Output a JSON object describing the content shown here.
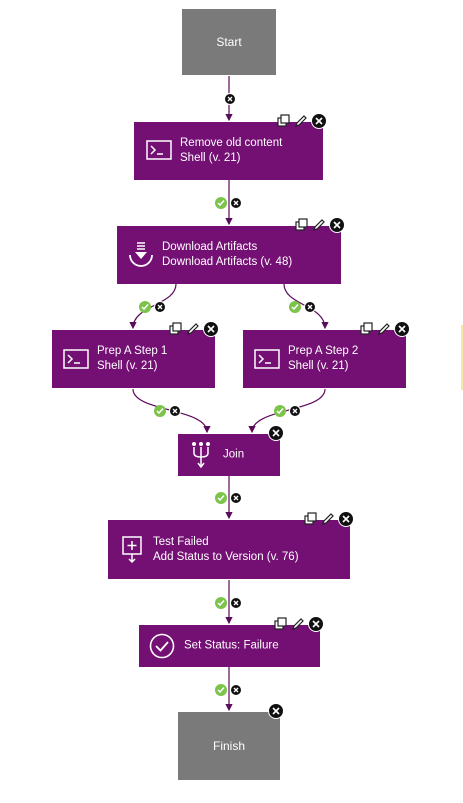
{
  "colors": {
    "step": "#740f74",
    "terminal": "#7a7a7a",
    "edge": "#5c0a5c",
    "success": "#7bc34a",
    "delete": "#111111"
  },
  "nodes": {
    "start": {
      "label": "Start"
    },
    "remove_old_content": {
      "title": "Remove old content",
      "subtitle": "Shell (v. 21)",
      "icon": "terminal-icon"
    },
    "download_artifacts": {
      "title": "Download Artifacts",
      "subtitle": "Download Artifacts (v. 48)",
      "icon": "download-icon"
    },
    "prep_a_step_1": {
      "title": "Prep A Step 1",
      "subtitle": "Shell (v. 21)",
      "icon": "terminal-icon"
    },
    "prep_a_step_2": {
      "title": "Prep A Step 2",
      "subtitle": "Shell (v. 21)",
      "icon": "terminal-icon"
    },
    "join": {
      "title": "Join",
      "icon": "join-icon"
    },
    "test_failed": {
      "title": "Test Failed",
      "subtitle": "Add Status to Version (v. 76)",
      "icon": "add-status-icon"
    },
    "set_status_failure": {
      "title": "Set Status: Failure",
      "icon": "check-circle-icon"
    },
    "finish": {
      "label": "Finish"
    }
  }
}
